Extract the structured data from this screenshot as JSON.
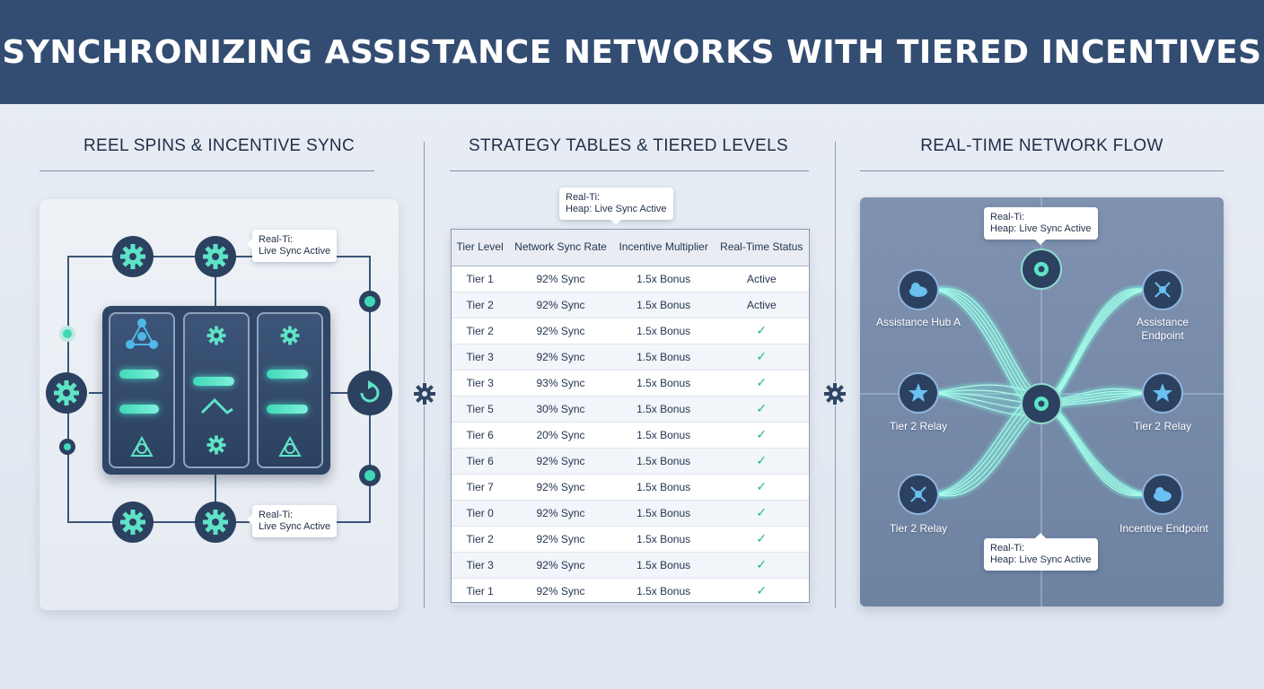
{
  "title": "SYNCHRONIZING ASSISTANCE NETWORKS WITH TIERED INCENTIVES",
  "columns": {
    "left_title": "REEL SPINS & INCENTIVE SYNC",
    "middle_title": "STRATEGY TABLES & TIERED LEVELS",
    "right_title": "REAL-TIME NETWORK FLOW"
  },
  "left": {
    "callout_top": {
      "line1": "Real-Ti:",
      "line2": "Live Sync Active"
    },
    "callout_bottom": {
      "line1": "Real-Ti:",
      "line2": "Live Sync Active"
    }
  },
  "middle": {
    "callout": {
      "line1": "Real-Ti:",
      "line2": "Heap: Live Sync Active"
    },
    "headers": [
      "Tier Level",
      "Network Sync Rate",
      "Incentive Multiplier",
      "Real-Time Status"
    ],
    "rows": [
      [
        "Tier 1",
        "92% Sync",
        "1.5x Bonus",
        "Active"
      ],
      [
        "Tier 2",
        "92% Sync",
        "1.5x Bonus",
        "Active"
      ],
      [
        "Tier 2",
        "92% Sync",
        "1.5x Bonus",
        "✓"
      ],
      [
        "Tier 3",
        "92% Sync",
        "1.5x Bonus",
        "✓"
      ],
      [
        "Tier 3",
        "93% Sync",
        "1.5x Bonus",
        "✓"
      ],
      [
        "Tier 5",
        "30% Sync",
        "1.5x Bonus",
        "✓"
      ],
      [
        "Tier 6",
        "20% Sync",
        "1.5x Bonus",
        "✓"
      ],
      [
        "Tier 6",
        "92% Sync",
        "1.5x Bonus",
        "✓"
      ],
      [
        "Tier 7",
        "92% Sync",
        "1.5x Bonus",
        "✓"
      ],
      [
        "Tier 0",
        "92% Sync",
        "1.5x Bonus",
        "✓"
      ],
      [
        "Tier 2",
        "92% Sync",
        "1.5x Bonus",
        "✓"
      ],
      [
        "Tier 3",
        "92% Sync",
        "1.5x Bonus",
        "✓"
      ],
      [
        "Tier 1",
        "92% Sync",
        "1.5x Bonus",
        "✓"
      ]
    ]
  },
  "right": {
    "callout_top": {
      "line1": "Real-Ti:",
      "line2": "Heap: Live Sync Active"
    },
    "callout_bottom": {
      "line1": "Real-Ti:",
      "line2": "Heap: Live Sync Active"
    },
    "nodes": {
      "hub_a": "Assistance Hub A",
      "endpoint": "Assistance Endpoint",
      "relay_left_mid": "Tier 2 Relay",
      "relay_right_mid": "Tier 2 Relay",
      "relay_left_bottom": "Tier 2 Relay",
      "incentive_endpoint": "Incentive Endpoint"
    }
  },
  "colors": {
    "header_bg": "#334d72",
    "accent": "#3fd9b8",
    "node_dark": "#2c4160",
    "status_active": "#1fb58a"
  },
  "icons": [
    "gear-icon",
    "refresh-icon",
    "network-icon",
    "cloud-icon",
    "star-icon",
    "check-icon",
    "pencil-icon"
  ]
}
